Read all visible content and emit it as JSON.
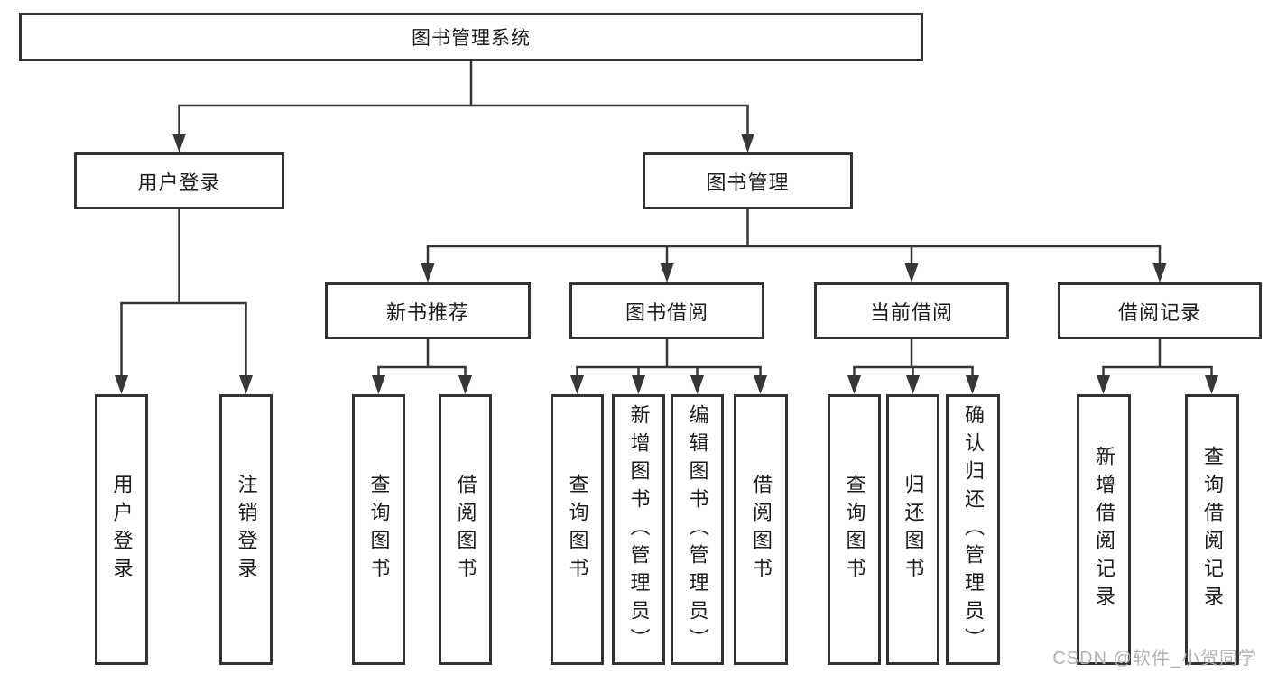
{
  "diagram": {
    "tree": {
      "root": {
        "label": "图书管理系统",
        "children": [
          {
            "label": "用户登录",
            "children": [
              {
                "label": "用户登录"
              },
              {
                "label": "注销登录"
              }
            ]
          },
          {
            "label": "图书管理",
            "children": [
              {
                "label": "新书推荐",
                "children": [
                  {
                    "label": "查询图书"
                  },
                  {
                    "label": "借阅图书"
                  }
                ]
              },
              {
                "label": "图书借阅",
                "children": [
                  {
                    "label": "查询图书"
                  },
                  {
                    "label": "新增图书（管理员）"
                  },
                  {
                    "label": "编辑图书（管理员）"
                  },
                  {
                    "label": "借阅图书"
                  }
                ]
              },
              {
                "label": "当前借阅",
                "children": [
                  {
                    "label": "查询图书"
                  },
                  {
                    "label": "归还图书"
                  },
                  {
                    "label": "确认归还（管理员）"
                  }
                ]
              },
              {
                "label": "借阅记录",
                "children": [
                  {
                    "label": "新增借阅记录"
                  },
                  {
                    "label": "查询借阅记录"
                  }
                ]
              }
            ]
          }
        ]
      }
    },
    "colors": {
      "line": "#373737",
      "box_border": "#333333",
      "text": "#1c1c1c",
      "watermark": "#b3b3b3",
      "background": "#ffffff"
    },
    "watermark": "CSDN @软件_小贺同学"
  }
}
